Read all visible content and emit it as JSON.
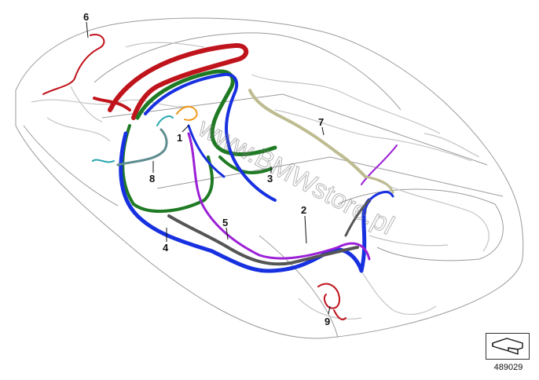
{
  "diagram": {
    "callouts": [
      "1",
      "2",
      "3",
      "4",
      "5",
      "6",
      "7",
      "8",
      "9"
    ],
    "watermark": "www.BMWstore.pl",
    "reference_number": "489029"
  },
  "colors": {
    "outline": "#9a9a9a",
    "ghost_wiring": "#c4c4c4",
    "harness_red": "#c0141c",
    "harness_green": "#1f7a24",
    "harness_blue": "#1730e0",
    "harness_purple": "#9b1fd6",
    "harness_grey": "#555555",
    "harness_khaki": "#bdbb8f",
    "harness_teal": "#2aa7b0",
    "harness_orange": "#f09a1a"
  }
}
